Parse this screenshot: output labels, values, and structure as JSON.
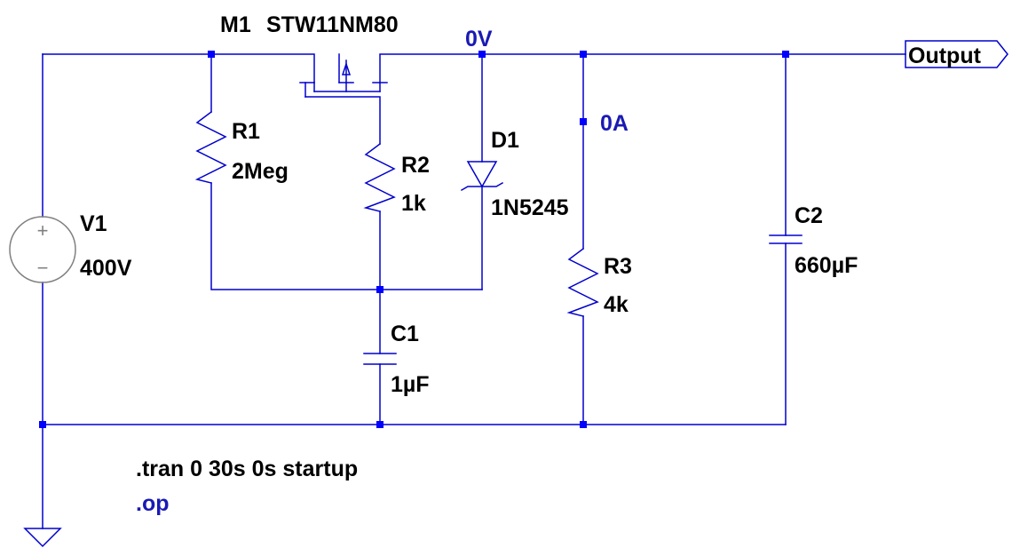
{
  "components": {
    "m1": {
      "ref": "M1",
      "value": "STW11NM80"
    },
    "r1": {
      "ref": "R1",
      "value": "2Meg"
    },
    "r2": {
      "ref": "R2",
      "value": "1k"
    },
    "r3": {
      "ref": "R3",
      "value": "4k"
    },
    "d1": {
      "ref": "D1",
      "value": "1N5245"
    },
    "c1": {
      "ref": "C1",
      "value": "1µF"
    },
    "c2": {
      "ref": "C2",
      "value": "660µF"
    },
    "v1": {
      "ref": "V1",
      "value": "400V"
    }
  },
  "probes": {
    "voltage": "0V",
    "current": "0A"
  },
  "output_label": "Output",
  "directives": {
    "tran": ".tran 0 30s 0s startup",
    "op": ".op"
  },
  "source_signs": {
    "plus": "+",
    "minus": "−"
  },
  "colors": {
    "wire": "#0000cd",
    "junction": "#0000ff",
    "label": "#000000",
    "probe_text": "#1a1ab4",
    "source_circle": "#808080"
  }
}
